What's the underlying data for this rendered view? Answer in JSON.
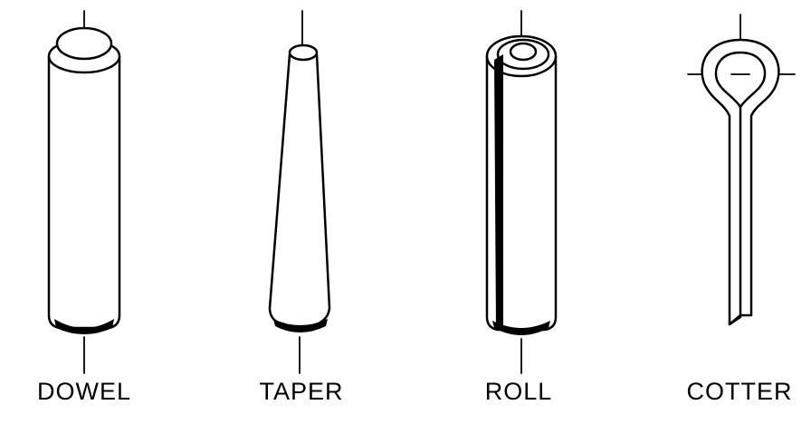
{
  "pins": [
    {
      "label": "DOWEL"
    },
    {
      "label": "TAPER"
    },
    {
      "label": "ROLL"
    },
    {
      "label": "COTTER"
    }
  ]
}
